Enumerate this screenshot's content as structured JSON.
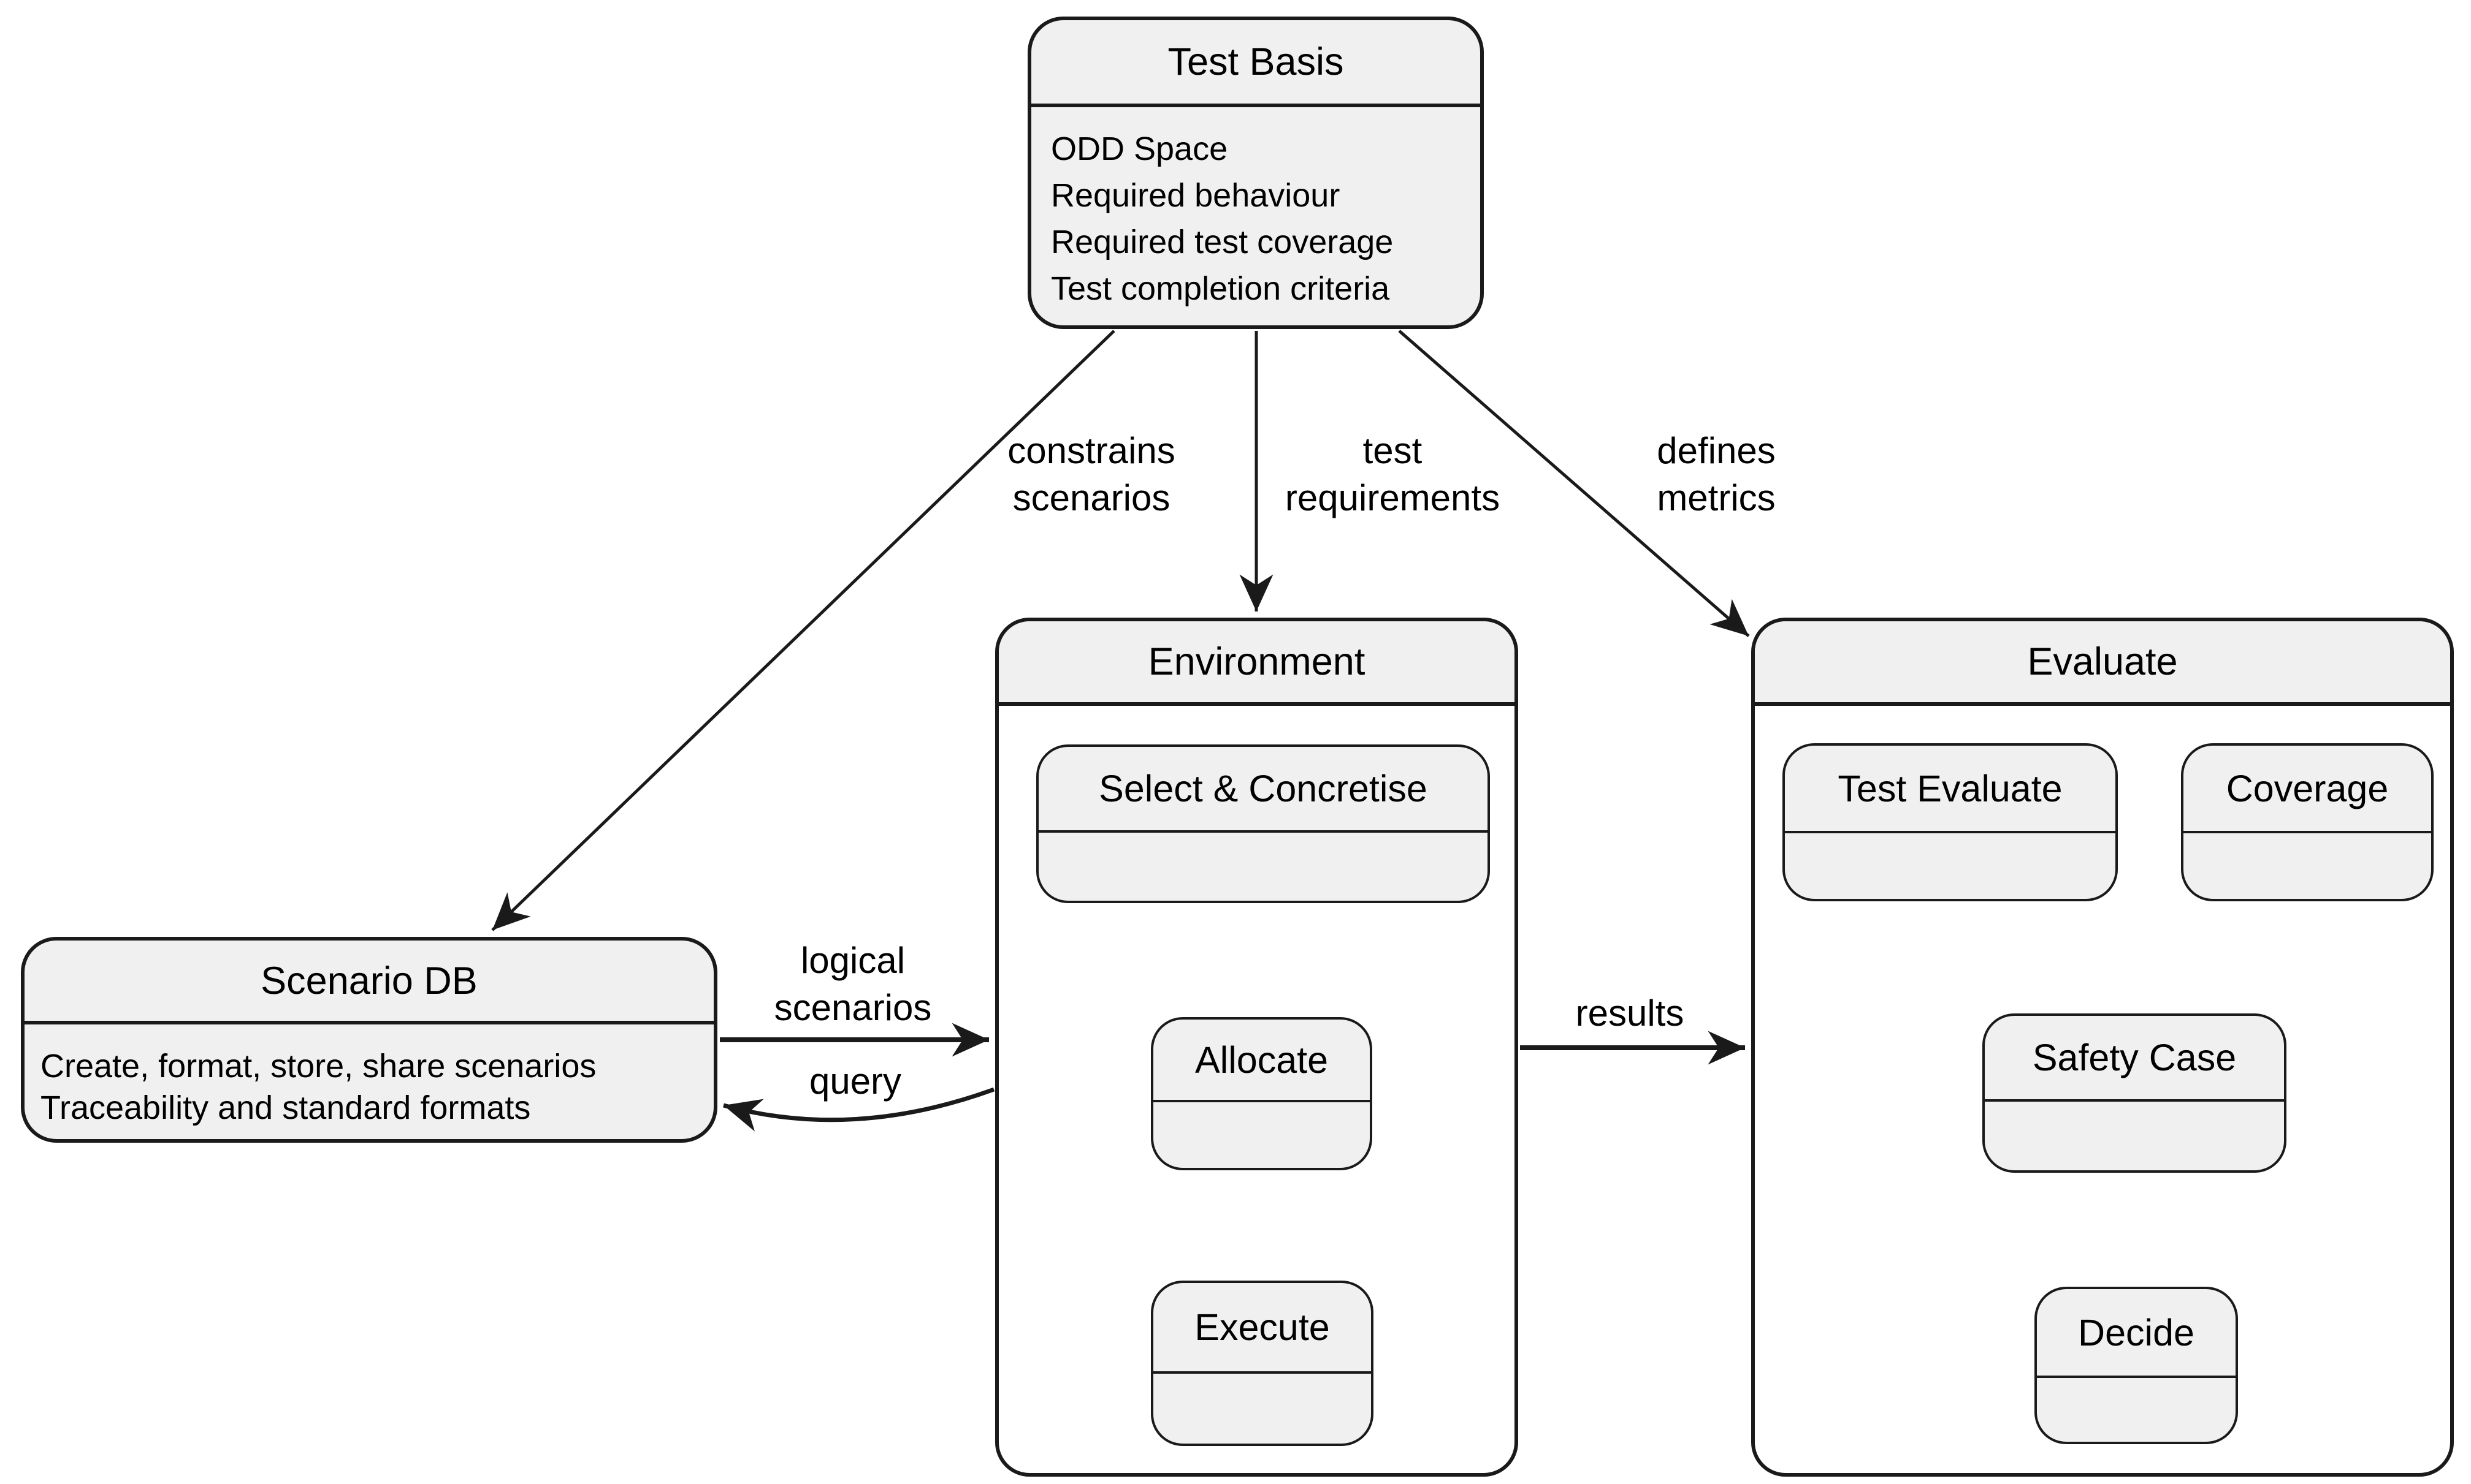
{
  "diagram": {
    "type": "process-flow-diagram",
    "colors": {
      "background": "#ffffff",
      "node_fill": "#f0f0f0",
      "container_body_fill": "#ffffff",
      "border": "#1a1a1a",
      "text": "#000000"
    },
    "nodes": {
      "test_basis": {
        "title": "Test Basis",
        "lines": [
          "ODD Space",
          "Required behaviour",
          "Required test coverage",
          "Test completion criteria"
        ]
      },
      "scenario_db": {
        "title": "Scenario DB",
        "lines": [
          "Create, format, store, share scenarios",
          "Traceability and standard formats"
        ]
      },
      "environment": {
        "title": "Environment"
      },
      "evaluate": {
        "title": "Evaluate"
      },
      "select_concretise": {
        "title": "Select & Concretise"
      },
      "allocate": {
        "title": "Allocate"
      },
      "execute": {
        "title": "Execute"
      },
      "test_evaluate": {
        "title": "Test Evaluate"
      },
      "coverage": {
        "title": "Coverage"
      },
      "safety_case": {
        "title": "Safety Case"
      },
      "decide": {
        "title": "Decide"
      }
    },
    "edge_labels": {
      "constrains": [
        "constrains",
        "scenarios"
      ],
      "test_requirements": [
        "test",
        "requirements"
      ],
      "defines_metrics": [
        "defines",
        "metrics"
      ],
      "logical_scenarios": [
        "logical",
        "scenarios"
      ],
      "query": [
        "query"
      ],
      "results": [
        "results"
      ]
    },
    "edges": [
      {
        "from": "test_basis",
        "to": "scenario_db",
        "label": "constrains scenarios"
      },
      {
        "from": "test_basis",
        "to": "environment",
        "label": "test requirements"
      },
      {
        "from": "test_basis",
        "to": "evaluate",
        "label": "defines metrics"
      },
      {
        "from": "scenario_db",
        "to": "environment",
        "label": "logical scenarios"
      },
      {
        "from": "environment",
        "to": "scenario_db",
        "label": "query"
      },
      {
        "from": "environment",
        "to": "evaluate",
        "label": "results"
      },
      {
        "from": "select_concretise",
        "to": "allocate",
        "label": ""
      },
      {
        "from": "allocate",
        "to": "execute",
        "label": ""
      },
      {
        "from": "test_evaluate",
        "to": "safety_case",
        "label": ""
      },
      {
        "from": "coverage",
        "to": "safety_case",
        "label": ""
      },
      {
        "from": "safety_case",
        "to": "decide",
        "label": ""
      }
    ]
  }
}
